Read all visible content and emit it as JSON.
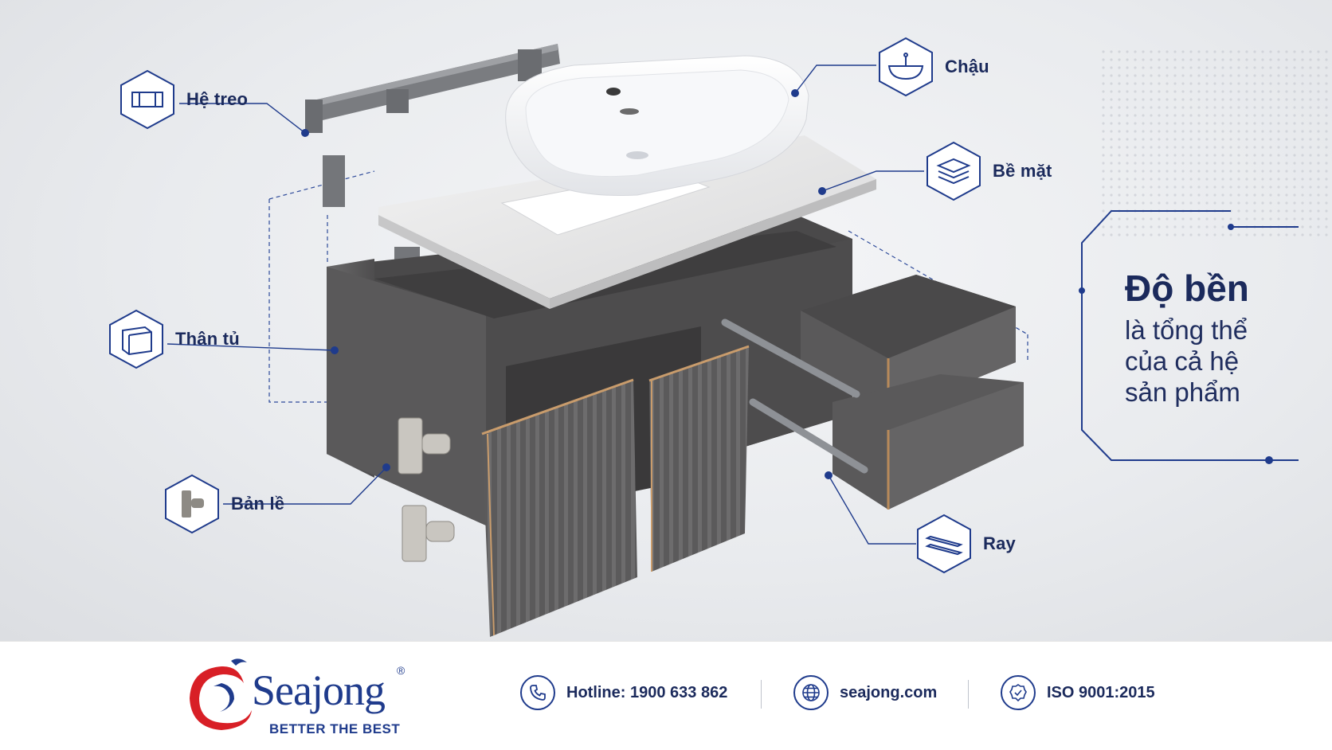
{
  "callouts": {
    "he_treo": "Hệ treo",
    "chau": "Chậu",
    "be_mat": "Bề mặt",
    "than_tu": "Thân tủ",
    "ban_le": "Bản lề",
    "ray": "Ray"
  },
  "tagline": {
    "title": "Độ bền",
    "lines": [
      "là tổng thể",
      "của cả hệ",
      "sản phẩm"
    ]
  },
  "footer": {
    "brand": "Seajong",
    "registered": "®",
    "slogan": "BETTER THE BEST",
    "hotline": "Hotline: 1900 633 862",
    "website": "seajong.com",
    "iso": "ISO 9001:2015"
  },
  "colors": {
    "navy": "#1b2a5c",
    "cabinet": "#5d5c5d",
    "brand_red": "#d81f26",
    "brand_blue": "#1f3b8c"
  },
  "icons": [
    "hanging-rail-icon",
    "basin-icon",
    "surface-layers-icon",
    "cabinet-body-icon",
    "hinge-icon",
    "drawer-rail-icon",
    "phone-icon",
    "globe-icon",
    "certificate-icon"
  ]
}
